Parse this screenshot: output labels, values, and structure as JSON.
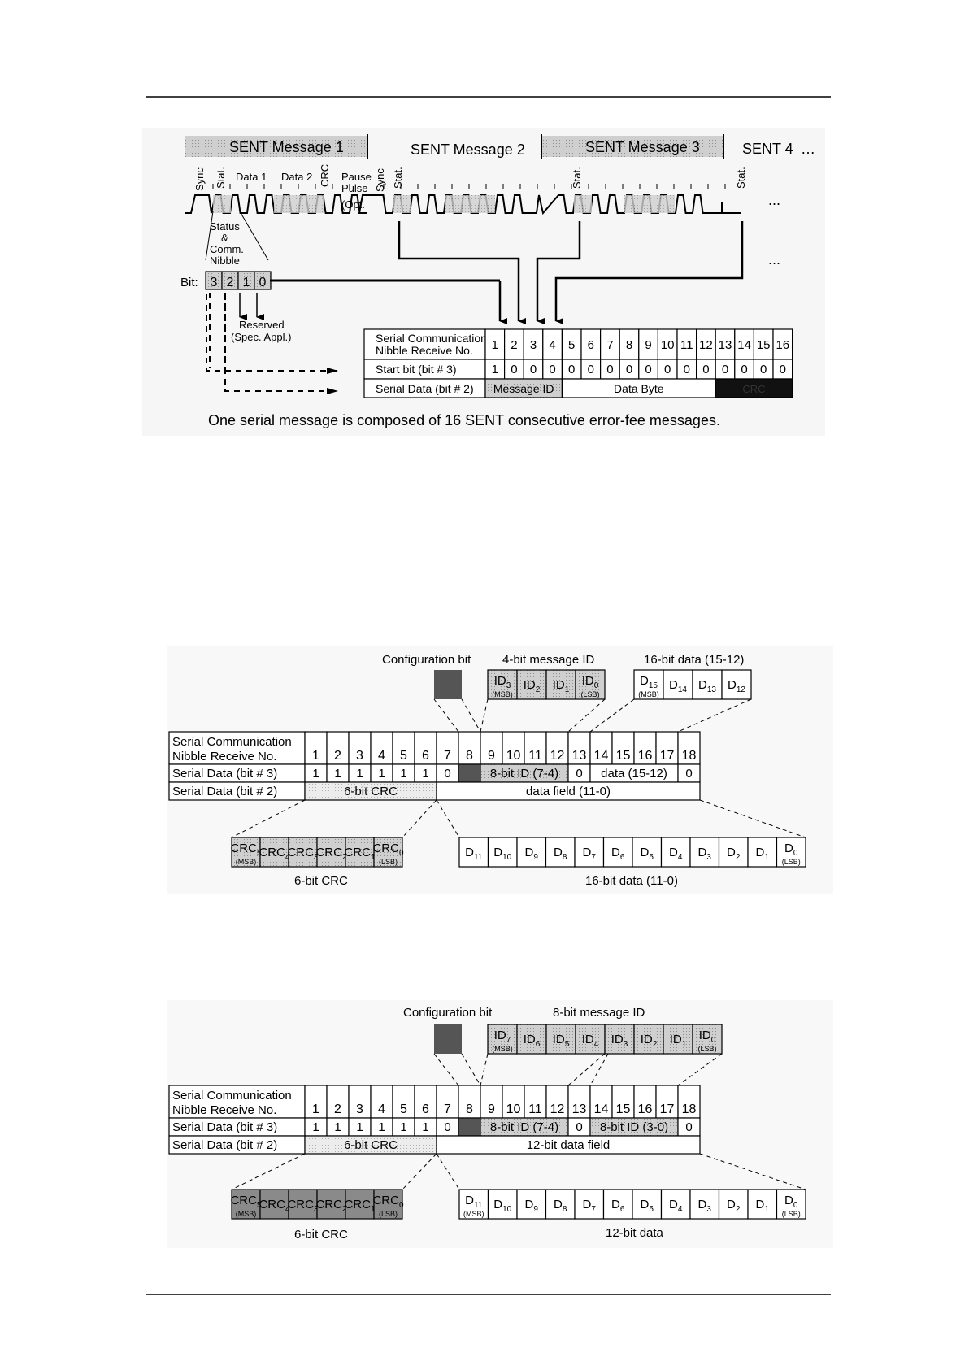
{
  "colors": {
    "gray_fill": "#c8c8c8",
    "mid_fill": "#a9a9a9",
    "dark_fill": "#555555",
    "black_fill": "#111111",
    "line": "#000000"
  },
  "fig1": {
    "msg1": "SENT Message 1",
    "msg2": "SENT Message 2",
    "msg3": "SENT Message 3",
    "msg4": "SENT 4",
    "ellipsis": "…",
    "dots": "...",
    "sync": "Sync",
    "stat": "Stat.",
    "data1": "Data 1",
    "data2": "Data 2",
    "crc": "CRC",
    "pause1": "Pause",
    "pause2": "Pulse",
    "pause3": "(Opt.",
    "status1": "Status",
    "status2": "&",
    "status3": "Comm.",
    "status4": "Nibble",
    "bit_label": "Bit:",
    "bits": [
      "3",
      "2",
      "1",
      "0"
    ],
    "reserved": "Reserved",
    "spec": "(Spec. Appl.)",
    "row_header1": "Serial Communication",
    "row_header2": "Nibble Receive No.",
    "row_start": "Start bit (bit # 3)",
    "row_serial": "Serial Data (bit # 2)",
    "numbers": [
      "1",
      "2",
      "3",
      "4",
      "5",
      "6",
      "7",
      "8",
      "9",
      "10",
      "11",
      "12",
      "13",
      "14",
      "15",
      "16"
    ],
    "start_bits": [
      "1",
      "0",
      "0",
      "0",
      "0",
      "0",
      "0",
      "0",
      "0",
      "0",
      "0",
      "0",
      "0",
      "0",
      "0",
      "0"
    ],
    "message_id": "Message ID",
    "data_byte": "Data Byte",
    "crc_hidden": "CRC",
    "caption": "One serial message is composed of 16 SENT consecutive error-fee messages."
  },
  "fig2": {
    "config_bit": "Configuration bit",
    "msg_id_label": "4-bit message ID",
    "data_label_top": "16-bit data (15-12)",
    "id_cells": [
      {
        "base": "ID",
        "sub": "3",
        "note": "(MSB)"
      },
      {
        "base": "ID",
        "sub": "2",
        "note": ""
      },
      {
        "base": "ID",
        "sub": "1",
        "note": ""
      },
      {
        "base": "ID",
        "sub": "0",
        "note": "(LSB)"
      }
    ],
    "d_top": [
      {
        "base": "D",
        "sub": "15",
        "note": "(MSB)"
      },
      {
        "base": "D",
        "sub": "14",
        "note": ""
      },
      {
        "base": "D",
        "sub": "13",
        "note": ""
      },
      {
        "base": "D",
        "sub": "12",
        "note": ""
      }
    ],
    "row_header1": "Serial Communication",
    "row_header2": "Nibble Receive No.",
    "row_b3": "Serial Data (bit # 3)",
    "row_b2": "Serial Data (bit # 2)",
    "numbers": [
      "1",
      "2",
      "3",
      "4",
      "5",
      "6",
      "7",
      "8",
      "9",
      "10",
      "11",
      "12",
      "13",
      "14",
      "15",
      "16",
      "17",
      "18"
    ],
    "b3_values": [
      "1",
      "1",
      "1",
      "1",
      "1",
      "1",
      "0"
    ],
    "b3_id": "8-bit  ID (7-4)",
    "b3_zero13": "0",
    "b3_data": "data (15-12)",
    "b3_zero18": "0",
    "b2_crc": "6-bit CRC",
    "b2_data": "data field (11-0)",
    "crc_cells": [
      {
        "base": "CRC",
        "sub": "5",
        "note": "(MSB)"
      },
      {
        "base": "CRC",
        "sub": "4",
        "note": ""
      },
      {
        "base": "CRC",
        "sub": "3",
        "note": ""
      },
      {
        "base": "CRC",
        "sub": "2",
        "note": ""
      },
      {
        "base": "CRC",
        "sub": "1",
        "note": ""
      },
      {
        "base": "CRC",
        "sub": "0",
        "note": "(LSB)"
      }
    ],
    "d_bottom": [
      {
        "base": "D",
        "sub": "11",
        "note": ""
      },
      {
        "base": "D",
        "sub": "10",
        "note": ""
      },
      {
        "base": "D",
        "sub": "9",
        "note": ""
      },
      {
        "base": "D",
        "sub": "8",
        "note": ""
      },
      {
        "base": "D",
        "sub": "7",
        "note": ""
      },
      {
        "base": "D",
        "sub": "6",
        "note": ""
      },
      {
        "base": "D",
        "sub": "5",
        "note": ""
      },
      {
        "base": "D",
        "sub": "4",
        "note": ""
      },
      {
        "base": "D",
        "sub": "3",
        "note": ""
      },
      {
        "base": "D",
        "sub": "2",
        "note": ""
      },
      {
        "base": "D",
        "sub": "1",
        "note": ""
      },
      {
        "base": "D",
        "sub": "0",
        "note": "(LSB)"
      }
    ],
    "crc_caption": "6-bit CRC",
    "data_caption": "16-bit data (11-0)"
  },
  "fig3": {
    "config_bit": "Configuration bit",
    "msg_id_label": "8-bit message ID",
    "id_cells": [
      {
        "base": "ID",
        "sub": "7",
        "note": "(MSB)"
      },
      {
        "base": "ID",
        "sub": "6",
        "note": ""
      },
      {
        "base": "ID",
        "sub": "5",
        "note": ""
      },
      {
        "base": "ID",
        "sub": "4",
        "note": ""
      },
      {
        "base": "ID",
        "sub": "3",
        "note": ""
      },
      {
        "base": "ID",
        "sub": "2",
        "note": ""
      },
      {
        "base": "ID",
        "sub": "1",
        "note": ""
      },
      {
        "base": "ID",
        "sub": "0",
        "note": "(LSB)"
      }
    ],
    "row_header1": "Serial Communication",
    "row_header2": "Nibble Receive No.",
    "row_b3": "Serial Data (bit # 3)",
    "row_b2": "Serial Data (bit # 2)",
    "numbers": [
      "1",
      "2",
      "3",
      "4",
      "5",
      "6",
      "7",
      "8",
      "9",
      "10",
      "11",
      "12",
      "13",
      "14",
      "15",
      "16",
      "17",
      "18"
    ],
    "b3_values": [
      "1",
      "1",
      "1",
      "1",
      "1",
      "1",
      "0"
    ],
    "b3_id_hi": "8-bit  ID (7-4)",
    "b3_zero13": "0",
    "b3_id_lo": "8-bit  ID (3-0)",
    "b3_zero18": "0",
    "b2_crc": "6-bit CRC",
    "b2_data": "12-bit data field",
    "crc_cells": [
      {
        "base": "CRC",
        "sub": "5",
        "note": "(MSB)"
      },
      {
        "base": "CRC",
        "sub": "4",
        "note": ""
      },
      {
        "base": "CRC",
        "sub": "3",
        "note": ""
      },
      {
        "base": "CRC",
        "sub": "2",
        "note": ""
      },
      {
        "base": "CRC",
        "sub": "1",
        "note": ""
      },
      {
        "base": "CRC",
        "sub": "0",
        "note": "(LSB)"
      }
    ],
    "d_bottom": [
      {
        "base": "D",
        "sub": "11",
        "note": "(MSB)"
      },
      {
        "base": "D",
        "sub": "10",
        "note": ""
      },
      {
        "base": "D",
        "sub": "9",
        "note": ""
      },
      {
        "base": "D",
        "sub": "8",
        "note": ""
      },
      {
        "base": "D",
        "sub": "7",
        "note": ""
      },
      {
        "base": "D",
        "sub": "6",
        "note": ""
      },
      {
        "base": "D",
        "sub": "5",
        "note": ""
      },
      {
        "base": "D",
        "sub": "4",
        "note": ""
      },
      {
        "base": "D",
        "sub": "3",
        "note": ""
      },
      {
        "base": "D",
        "sub": "2",
        "note": ""
      },
      {
        "base": "D",
        "sub": "1",
        "note": ""
      },
      {
        "base": "D",
        "sub": "0",
        "note": "(LSB)"
      }
    ],
    "crc_caption": "6-bit CRC",
    "data_caption": "12-bit data"
  }
}
